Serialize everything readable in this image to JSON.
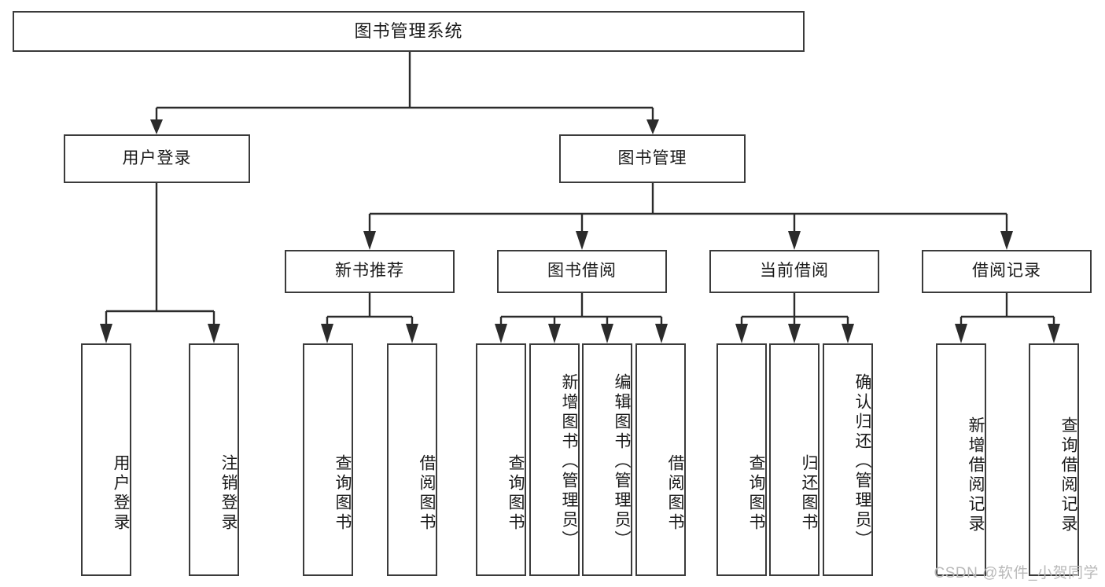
{
  "diagram": {
    "type": "tree-hierarchy",
    "title": "图书管理系统",
    "orientation": "top-down",
    "colors": {
      "box_border": "#3b3b3b",
      "box_fill": "#ffffff",
      "connector": "#2b2b2b",
      "text": "#1a1a1a",
      "watermark": "#b9b9b9",
      "background": "#ffffff"
    }
  },
  "root": {
    "label": "图书管理系统"
  },
  "level2": [
    {
      "label": "用户登录"
    },
    {
      "label": "图书管理"
    }
  ],
  "level3": [
    {
      "label": "新书推荐"
    },
    {
      "label": "图书借阅"
    },
    {
      "label": "当前借阅"
    },
    {
      "label": "借阅记录"
    }
  ],
  "leaves": {
    "user_login": [
      {
        "label": "用户登录"
      },
      {
        "label": "注销登录"
      }
    ],
    "new_book": [
      {
        "label": "查询图书"
      },
      {
        "label": "借阅图书"
      }
    ],
    "book_borrow": [
      {
        "label": "查询图书"
      },
      {
        "label": "新增图书（管理员）"
      },
      {
        "label": "编辑图书（管理员）"
      },
      {
        "label": "借阅图书"
      }
    ],
    "current_borrow": [
      {
        "label": "查询图书"
      },
      {
        "label": "归还图书"
      },
      {
        "label": "确认归还（管理员）"
      }
    ],
    "borrow_record": [
      {
        "label": "新增借阅记录"
      },
      {
        "label": "查询借阅记录"
      }
    ]
  },
  "watermark": {
    "text": "CSDN @软件_小贺同学"
  }
}
